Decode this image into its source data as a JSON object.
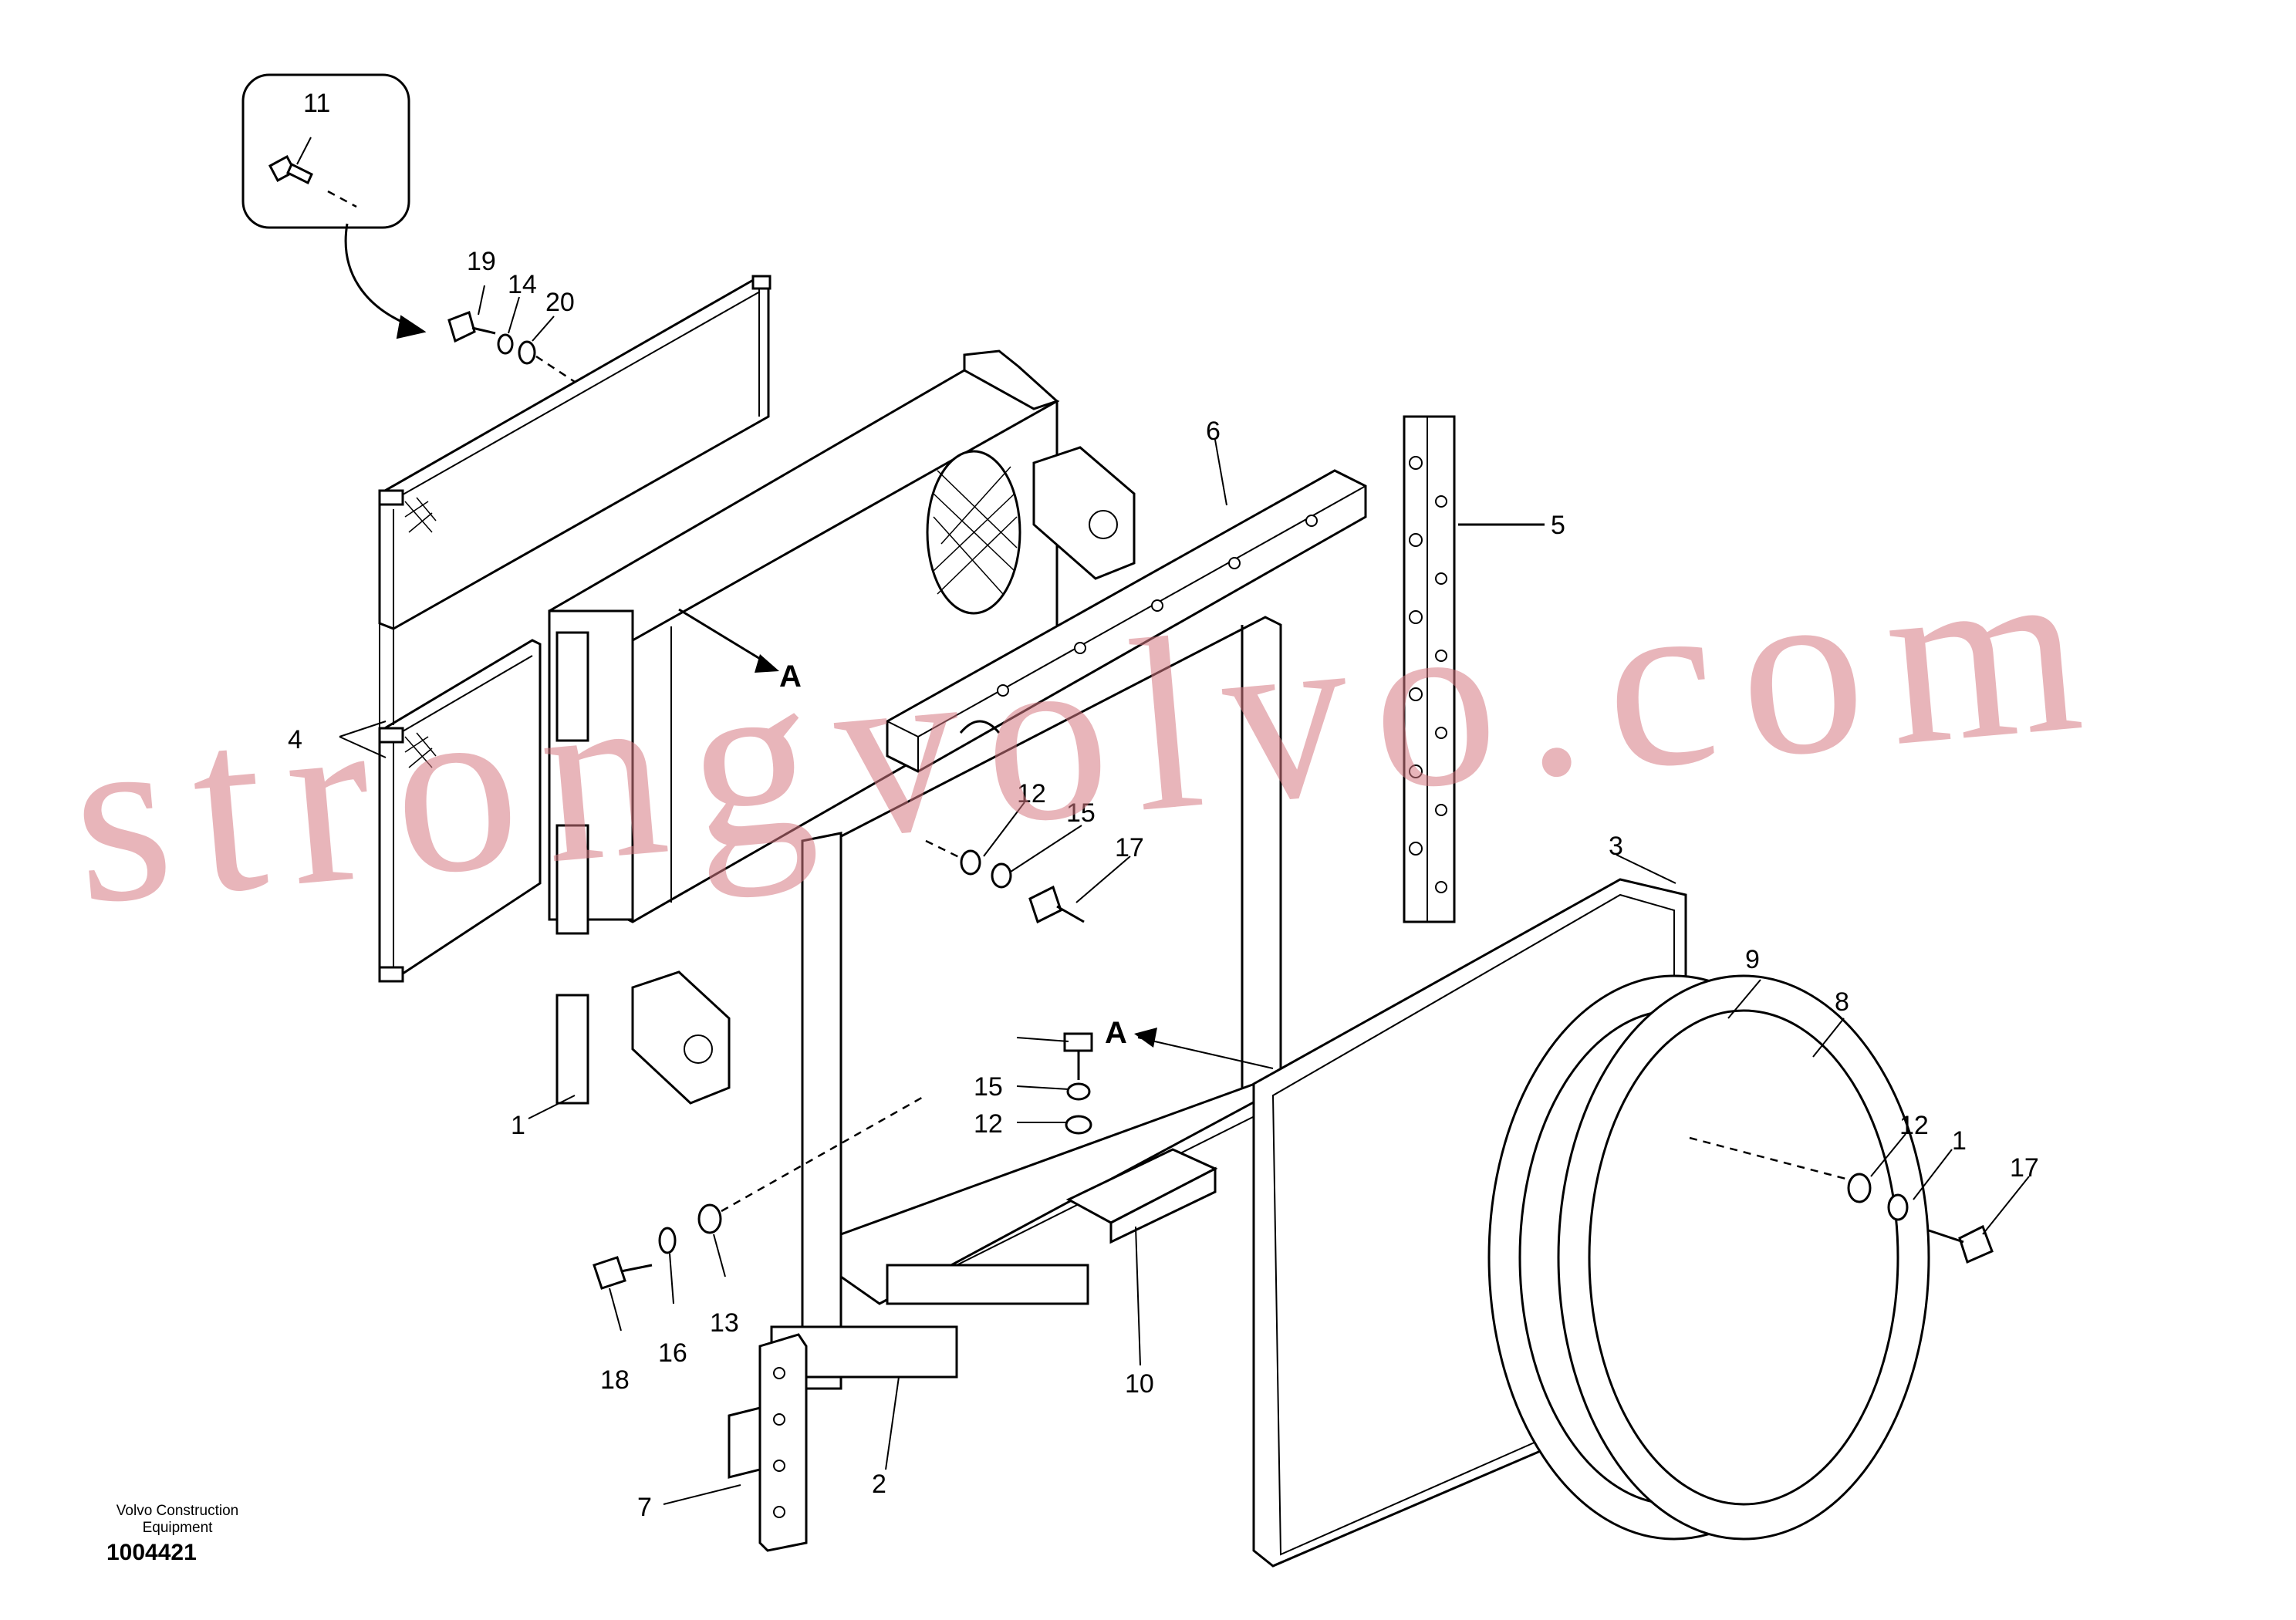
{
  "callouts": {
    "c1": "1",
    "c2": "2",
    "c3": "3",
    "c4": "4",
    "c5": "5",
    "c6": "6",
    "c7": "7",
    "c8": "8",
    "c9": "9",
    "c10": "10",
    "c11": "11",
    "c12a": "12",
    "c12b": "12",
    "c12c": "12",
    "c13": "13",
    "c14": "14",
    "c15a": "15",
    "c15b": "15",
    "c16": "16",
    "c17a": "17",
    "c17b": "17",
    "c18": "18",
    "c19": "19",
    "c20": "20",
    "c1b": "1"
  },
  "view_markers": {
    "a1": "A",
    "a2": "A"
  },
  "footer": {
    "company_line1": "Volvo Construction",
    "company_line2": "Equipment",
    "doc_number": "1004421"
  },
  "watermark": "strongvolvo.com"
}
